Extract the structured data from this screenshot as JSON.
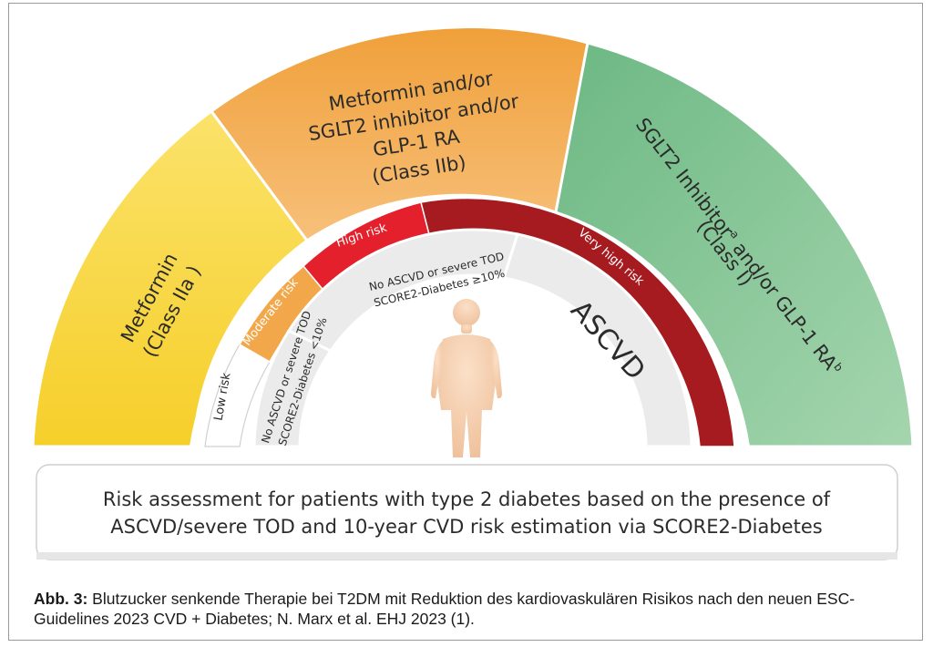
{
  "segments": {
    "metformin": {
      "line1": "Metformin",
      "line2": "(Class IIa )",
      "color": "#f9d94a"
    },
    "metformin_sglt2_glp1": {
      "line1": "Metformin and/or",
      "line2": "SGLT2 inhibitor and/or",
      "line3": "GLP-1 RA",
      "line4": "(Class IIb)",
      "color": "#f2a844"
    },
    "sglt2_glp1": {
      "line1_a": "SGLT2 Inhibitor",
      "line1_sup": "a",
      "line1_b": " and/or GLP-1 RA",
      "line1_sup2": "b",
      "line2": "(Class I)",
      "color": "#84c494"
    }
  },
  "risk_levels": {
    "low": {
      "label": "Low risk",
      "color": "#ffffff"
    },
    "moderate": {
      "label": "Moderate risk",
      "color": "#f2a84a"
    },
    "high": {
      "label": "High risk",
      "color": "#e3202b"
    },
    "very_high": {
      "label": "Very high risk",
      "color": "#a51b1f"
    }
  },
  "criteria": {
    "no_ascvd_low": {
      "line1": "No ASCVD or severe TOD",
      "line2": "SCORE2-Diabetes <10%"
    },
    "no_ascvd_high": {
      "line1": "No ASCVD or severe TOD",
      "line2": "SCORE2-Diabetes ≥10%"
    },
    "ascvd": {
      "label": "ASCVD"
    }
  },
  "assessment_box": {
    "line1": "Risk assessment for patients with type 2 diabetes based on the presence of",
    "line2": "ASCVD/severe TOD and 10-year CVD risk estimation via SCORE2-Diabetes"
  },
  "caption": {
    "label": "Abb. 3:",
    "text": " Blutzucker senkende Therapie bei T2DM mit Reduktion des kardiovaskulären Risikos nach den neuen ESC-Guidelines 2023 CVD + Diabetes; N. Marx et al. EHJ 2023 (1)."
  }
}
